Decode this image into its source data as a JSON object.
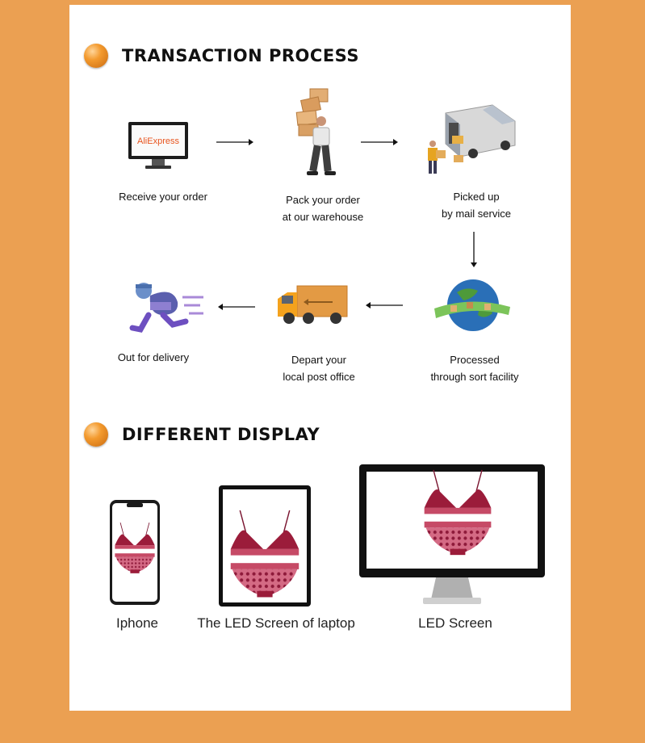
{
  "sections": {
    "transaction": {
      "title": "TRANSACTION PROCESS"
    },
    "display": {
      "title": "DIFFERENT DISPLAY"
    }
  },
  "brand": {
    "logo_text": "AliExpress"
  },
  "steps": [
    {
      "line1": "Receive your order",
      "line2": "",
      "icon": "monitor-icon"
    },
    {
      "line1": "Pack your order",
      "line2": "at our warehouse",
      "icon": "worker-carrying-boxes-icon"
    },
    {
      "line1": "Picked up",
      "line2": "by mail service",
      "icon": "delivery-van-icon"
    },
    {
      "line1": "Processed",
      "line2": "through sort facility",
      "icon": "globe-icon"
    },
    {
      "line1": "Depart your",
      "line2": "local post office",
      "icon": "truck-icon"
    },
    {
      "line1": "Out for delivery",
      "line2": "",
      "icon": "courier-running-icon"
    }
  ],
  "devices": [
    {
      "label": "Iphone",
      "icon": "phone-icon"
    },
    {
      "label": "The LED Screen of laptop",
      "icon": "tablet-icon"
    },
    {
      "label": "LED Screen",
      "icon": "desktop-monitor-icon"
    }
  ],
  "colors": {
    "background": "#eba052",
    "card": "#ffffff",
    "accent_ball": "#f39a2e",
    "product": "#9b1c3a"
  }
}
